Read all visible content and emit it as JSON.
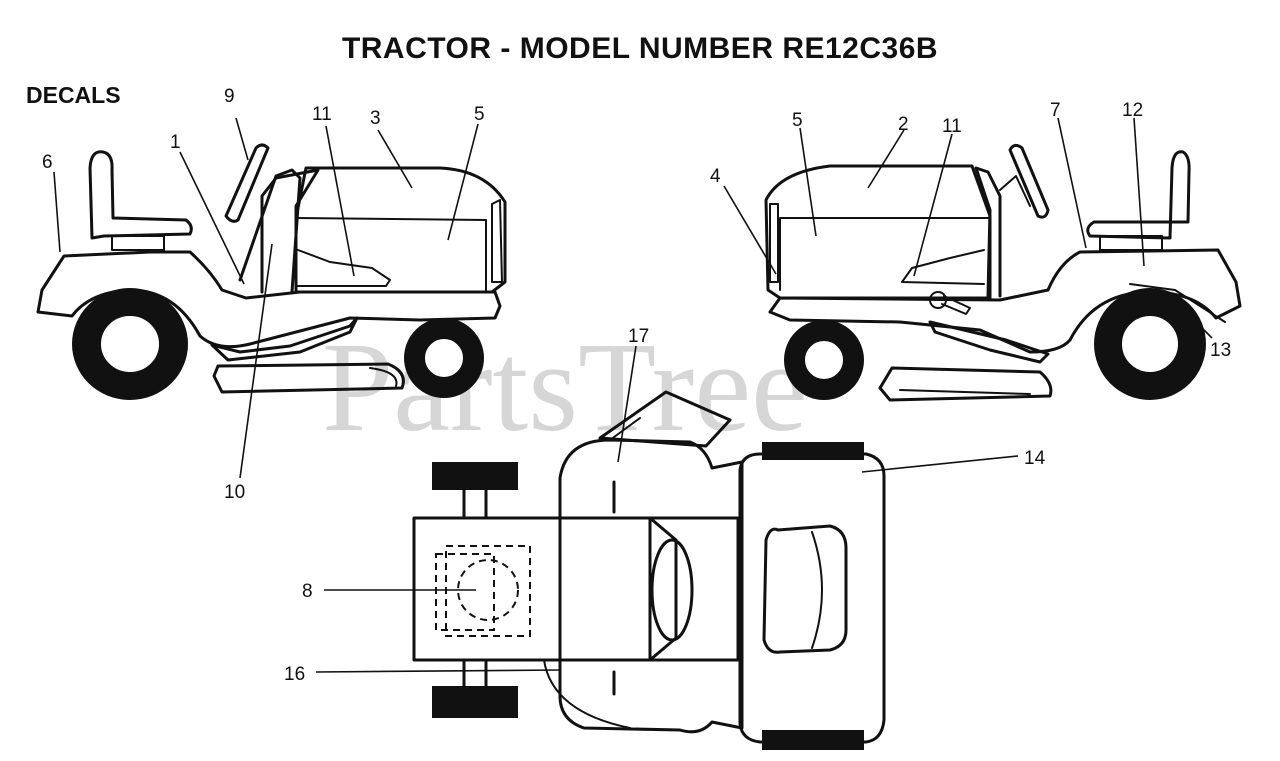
{
  "title": "TRACTOR  - MODEL NUMBER RE12C36B",
  "section_label": "DECALS",
  "watermark": "PartsTree",
  "callouts": {
    "n1": "1",
    "n2": "2",
    "n3": "3",
    "n4": "4",
    "n5": "5",
    "n6": "6",
    "n7": "7",
    "n8": "8",
    "n9": "9",
    "n10": "10",
    "n11": "11",
    "n12": "12",
    "n13": "13",
    "n14": "14",
    "n16": "16",
    "n17": "17"
  }
}
